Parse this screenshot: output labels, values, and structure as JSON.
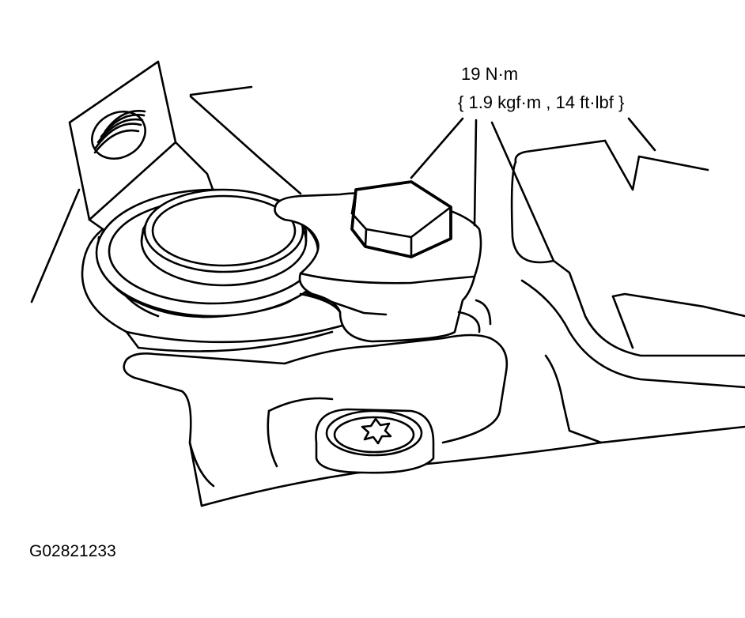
{
  "labels": {
    "torque_value": "19 N·m",
    "torque_conversion": "{ 1.9 kgf·m , 14 ft·lbf }",
    "figure_id": "G02821233"
  },
  "colors": {
    "line": "#000000",
    "background": "#ffffff"
  }
}
